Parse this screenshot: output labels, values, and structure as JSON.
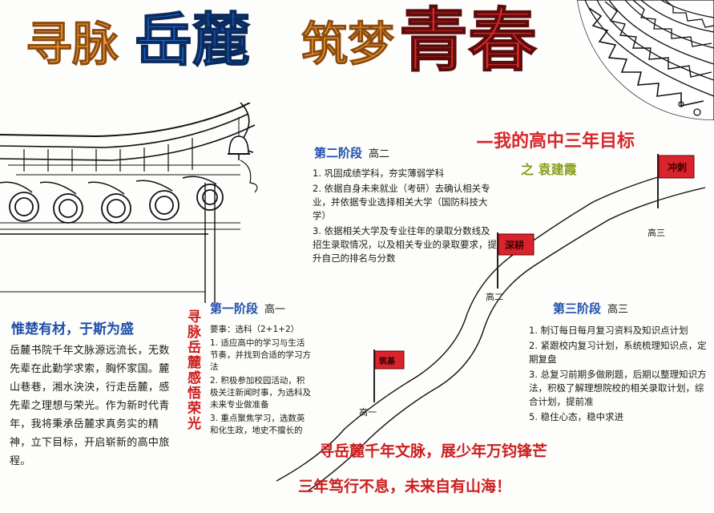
{
  "title": {
    "part1": "寻脉",
    "part2": "岳麓",
    "part3": "筑梦",
    "part4": "青春"
  },
  "subtitle": {
    "line": "—我的高中三年目标",
    "author": "之 袁建霞"
  },
  "left_panel": {
    "heading": "惟楚有材，于斯为盛",
    "body": "岳麓书院千年文脉源远流长，无数先辈在此勤学求索，胸怀家国。麓山巷巷，湘水泱泱，行走岳麓，感先辈之理想与荣光。作为新时代青年，我将秉承岳麓求真务实的精神，立下目标，开启崭新的高中旅程。"
  },
  "vertical_text": "寻脉岳麓感悟荣光",
  "stage1": {
    "label": "第一阶段",
    "grade": "高一",
    "items": [
      "要事：选科（2+1+2）",
      "1. 适应高中的学习与生活节奏，并找到合适的学习方法",
      "2. 积极参加校园活动，积极关注新闻时事，为选科及未来专业做准备",
      "3. 重点聚焦学习，选数英和化生政，地史不擅长的"
    ]
  },
  "stage2": {
    "label": "第二阶段",
    "grade": "高二",
    "items": [
      "1. 巩固成绩学科，夯实薄弱学科",
      "2. 依据自身未来就业（考研）去确认相关专业，并依据专业选择相关大学（国防科技大学）",
      "3. 依据相关大学及专业往年的录取分数线及招生录取情况，以及相关专业的录取要求，提升自己的排名与分数"
    ]
  },
  "stage3": {
    "label": "第三阶段",
    "grade": "高三",
    "items": [
      "1. 制订每日每月复习资料及知识点计划",
      "2. 紧跟校内复习计划，系统梳理知识点，定期复盘",
      "3. 总复习前期多做刷题，后期以整理知识方法，积极了解理想院校的相关录取计划，综合计划，提前准",
      "5. 稳住心态，稳中求进"
    ]
  },
  "flags": {
    "flag1": "筑基",
    "flag2": "深耕",
    "flag3": "冲刺"
  },
  "grades": {
    "g1": "高一",
    "g2": "高二",
    "g3": "高三"
  },
  "slogan": {
    "line1": "寻岳麓千年文脉，展少年万钧锋芒",
    "line2": "三年笃行不息，未来自有山海！"
  },
  "colors": {
    "title_orange": "#f29a2e",
    "title_blue": "#1e63c7",
    "title_red": "#d8262a",
    "heading_blue": "#1f4fa8",
    "slogan_red": "#cc1f1f",
    "flag_red": "#d9232d",
    "author_green": "#8a9c1a"
  }
}
